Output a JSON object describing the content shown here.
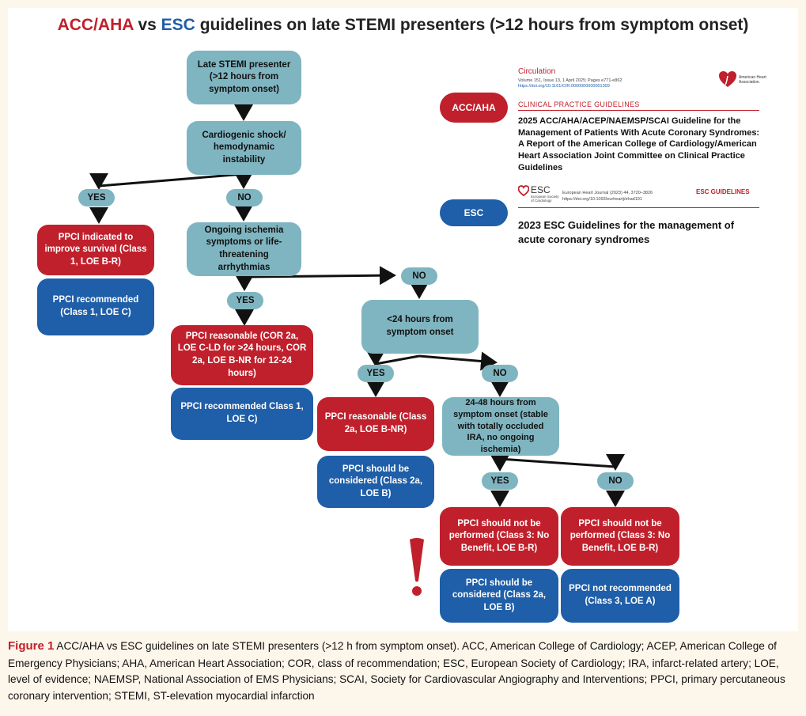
{
  "title": {
    "acc": "ACC/AHA",
    "vs": " vs ",
    "esc": "ESC",
    "rest": " guidelines on late STEMI presenters (>12 hours from symptom onset)"
  },
  "nodes": {
    "start": "Late STEMI presenter (>12 hours from symptom onset)",
    "shock": "Cardiogenic shock/ hemodynamic instability",
    "ischemia": "Ongoing ischemia symptoms or life-threatening arrhythmias",
    "lt24": "<24 hours from symptom onset",
    "h24_48": "24-48 hours from symptom onset (stable with totally occluded IRA, no ongoing ischemia)",
    "acc_shock": "PPCI indicated to improve survival (Class 1, LOE B-R)",
    "esc_shock": "PPCI recommended (Class 1, LOE C)",
    "acc_isch": "PPCI reasonable (COR 2a, LOE C-LD for >24 hours, COR 2a, LOE B-NR for 12-24 hours)",
    "esc_isch": "PPCI recommended Class 1, LOE C)",
    "acc_lt24": "PPCI reasonable (Class 2a, LOE B-NR)",
    "esc_lt24": "PPCI should be considered (Class 2a, LOE B)",
    "acc_yes48": "PPCI should not be performed (Class 3: No Benefit, LOE B-R)",
    "esc_yes48": "PPCI should be considered (Class 2a, LOE B)",
    "acc_no48": "PPCI should not be performed (Class 3: No Benefit, LOE B-R)",
    "esc_no48": "PPCI not recommended (Class 3, LOE A)"
  },
  "labels": {
    "yes": "YES",
    "no": "NO"
  },
  "legend": {
    "acc_label": "ACC/AHA",
    "esc_label": "ESC",
    "acc_journal": "Circulation",
    "acc_volume": "Volume 151, Issue 13, 1 April 2025; Pages e771-e862",
    "acc_doi": "https://doi.org/10.1161/CIR.0000000000001309",
    "aha_logo_text": "American Heart Association.",
    "acc_section": "CLINICAL PRACTICE GUIDELINES",
    "acc_title": "2025 ACC/AHA/ACEP/NAEMSP/SCAI Guideline for the Management of Patients With Acute Coronary Syndromes: A Report of the American College of Cardiology/American Heart Association Joint Committee on Clinical Practice Guidelines",
    "esc_logo": "ESC",
    "esc_logo_sub": "European Society of Cardiology",
    "esc_ref": "European Heart Journal (2023) 44, 3720–3826",
    "esc_doi": "https://doi.org/10.1093/eurheartj/ehad191",
    "esc_section": "ESC GUIDELINES",
    "esc_title": "2023 ESC Guidelines for the management of acute coronary syndromes"
  },
  "caption": {
    "figure_label": "Figure 1",
    "text": " ACC/AHA vs ESC guidelines on late STEMI presenters (>12 h from symptom onset). ACC, American College of Cardiology; ACEP, American College of Emergency Physicians; AHA, American Heart Association; COR, class of recommendation; ESC, European Society of Cardiology; IRA, infarct-related artery; LOE, level of evidence; NAEMSP, National Association of EMS Physicians; SCAI, Society for Cardiovascular Angiography and Interventions; PPCI, primary percutaneous coronary intervention; STEMI, ST-elevation myocardial infarction"
  },
  "colors": {
    "acc": "#c0202c",
    "esc": "#1f5ea8",
    "decision": "#7fb5c0",
    "frame": "#fdf6ea"
  }
}
